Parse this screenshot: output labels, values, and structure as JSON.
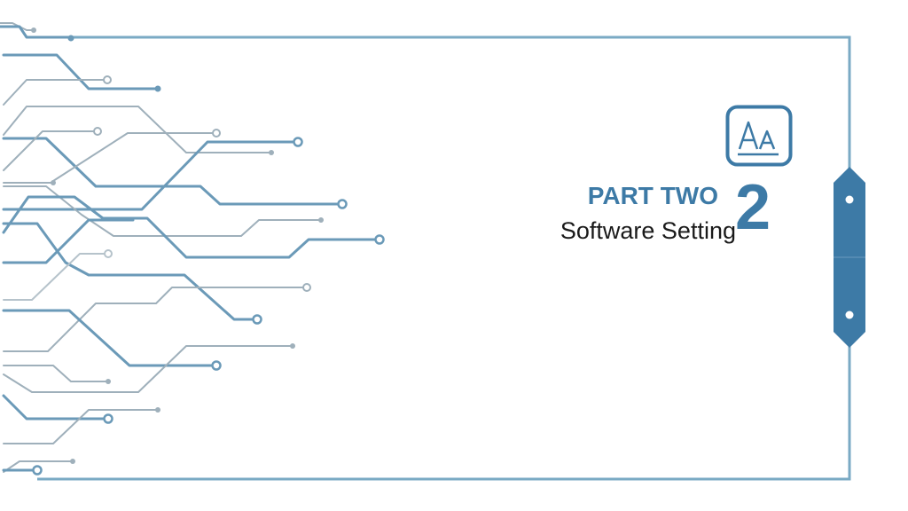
{
  "section": {
    "part_label": "PART TWO",
    "title": "Software Setting",
    "number": "2"
  },
  "icons": {
    "font_icon": "font-style-icon",
    "tab_handle": "side-tab-handle"
  },
  "colors": {
    "accent": "#3d7aa6",
    "frame": "#7aaac4",
    "circuit_blue": "#6b9ab8",
    "circuit_grey": "#9fb0bb",
    "text": "#1a1a1a"
  }
}
